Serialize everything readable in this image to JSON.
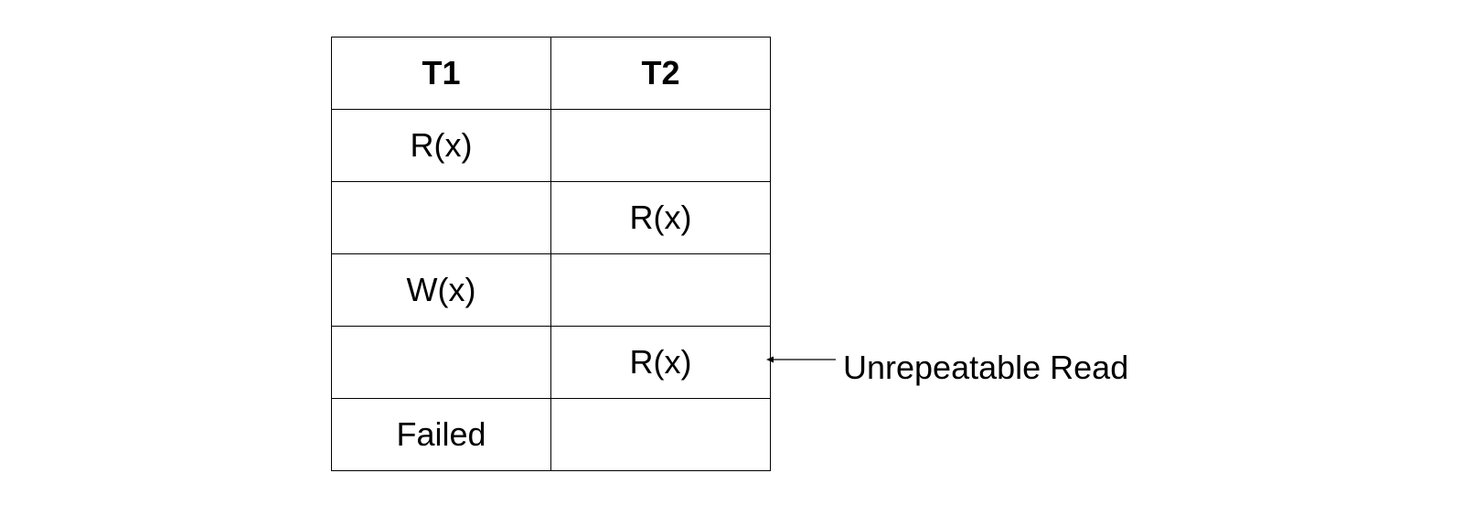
{
  "table": {
    "headers": [
      "T1",
      "T2"
    ],
    "rows": [
      [
        "R(x)",
        ""
      ],
      [
        "",
        "R(x)"
      ],
      [
        "W(x)",
        ""
      ],
      [
        "",
        "R(x)"
      ],
      [
        "Failed",
        ""
      ]
    ]
  },
  "annotation": {
    "label": "Unrepeatable Read"
  },
  "colors": {
    "line": "#000000",
    "text": "#000000",
    "background": "#ffffff"
  }
}
